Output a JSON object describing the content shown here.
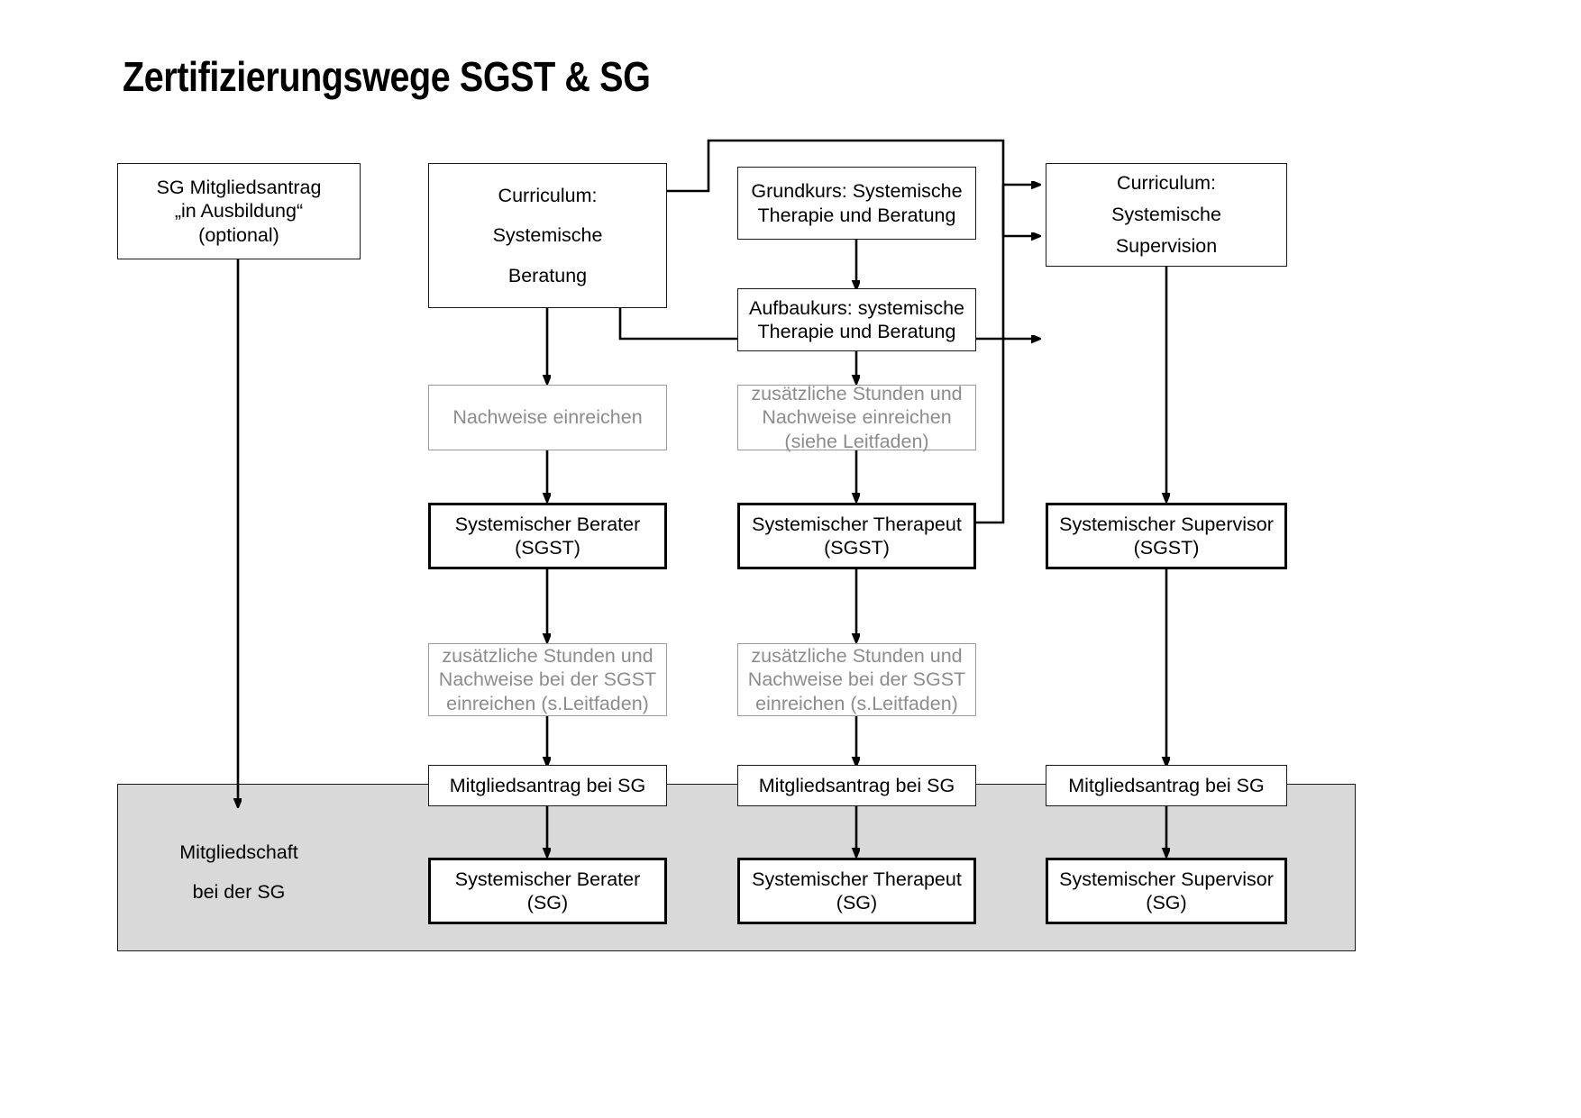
{
  "page": {
    "title": "Zertifizierungswege SGST & SG",
    "band_label_line1": "Mitgliedschaft",
    "band_label_line2": "bei der SG",
    "colors": {
      "band_fill": "#d9d9d9",
      "band_border": "#1a1a1a",
      "node_border": "#1a1a1a",
      "ghost_border": "#9a9a9a",
      "ghost_text": "#8c8c8c",
      "result_border": "#000000",
      "wire": "#000000"
    }
  },
  "nodes": {
    "sg_member_optional": {
      "l1": "SG Mitgliedsantrag",
      "l2": "„in Ausbildung“",
      "l3": "(optional)"
    },
    "curriculum_beratung": {
      "l1": "Curriculum:",
      "l2": "Systemische",
      "l3": "Beratung"
    },
    "grundkurs": {
      "l1": "Grundkurs: Systemische",
      "l2": "Therapie und Beratung"
    },
    "aufbaukurs": {
      "l1": "Aufbaukurs: systemische",
      "l2": "Therapie und Beratung"
    },
    "curriculum_supervision": {
      "l1": "Curriculum:",
      "l2": "Systemische",
      "l3": "Supervision"
    },
    "nachweise_beratung": {
      "l1": "Nachweise einreichen"
    },
    "nachweise_therapie": {
      "l1": "zusätzliche Stunden und",
      "l2": "Nachweise einreichen",
      "l3": "(siehe Leitfaden)"
    },
    "berater_sgst": {
      "l1": "Systemischer Berater",
      "l2": "(SGST)"
    },
    "therapeut_sgst": {
      "l1": "Systemischer Therapeut",
      "l2": "(SGST)"
    },
    "supervisor_sgst": {
      "l1": "Systemischer Supervisor",
      "l2": "(SGST)"
    },
    "zusatz_berater": {
      "l1": "zusätzliche Stunden und",
      "l2": "Nachweise bei der SGST",
      "l3": "einreichen (s.Leitfaden)"
    },
    "zusatz_therapeut": {
      "l1": "zusätzliche Stunden und",
      "l2": "Nachweise bei der SGST",
      "l3": "einreichen (s.Leitfaden)"
    },
    "antrag_berater": {
      "l1": "Mitgliedsantrag bei SG"
    },
    "antrag_therapeut": {
      "l1": "Mitgliedsantrag bei SG"
    },
    "antrag_supervisor": {
      "l1": "Mitgliedsantrag bei SG"
    },
    "berater_sg": {
      "l1": "Systemischer Berater",
      "l2": "(SG)"
    },
    "therapeut_sg": {
      "l1": "Systemischer Therapeut",
      "l2": "(SG)"
    },
    "supervisor_sg": {
      "l1": "Systemischer Supervisor",
      "l2": "(SG)"
    }
  }
}
